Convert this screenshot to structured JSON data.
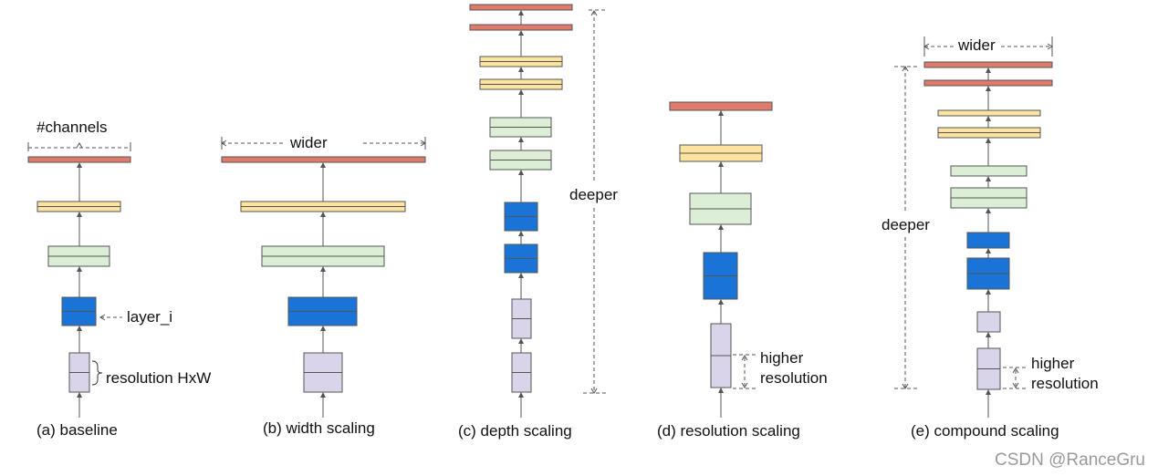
{
  "colors": {
    "red": "#e07a6a",
    "yellow": "#fde3a0",
    "green": "#dcefd6",
    "blue": "#1a73d6",
    "purple": "#dad4ea",
    "stroke": "#555555",
    "dash": "#555555"
  },
  "panels": {
    "a": {
      "caption": "(a) baseline",
      "channels": "#channels",
      "layer": "layer_i",
      "resolution": "resolution HxW"
    },
    "b": {
      "caption": "(b) width scaling",
      "wider": "wider"
    },
    "c": {
      "caption": "(c) depth scaling",
      "deeper": "deeper"
    },
    "d": {
      "caption": "(d) resolution scaling",
      "higher": "higher",
      "resolution": "resolution"
    },
    "e": {
      "caption": "(e) compound scaling",
      "wider": "wider",
      "deeper": "deeper",
      "higher": "higher",
      "resolution": "resolution"
    }
  },
  "watermark": "CSDN @RanceGru"
}
